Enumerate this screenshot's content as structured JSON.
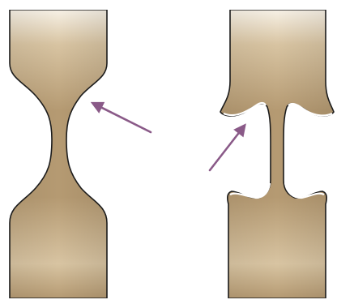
{
  "diagram": {
    "panels": [
      {
        "id": "necking",
        "description_shape": "single-neck"
      },
      {
        "id": "cup-and-cone",
        "description_shape": "double-neck"
      }
    ]
  },
  "colors": {
    "background": "#ffffff",
    "material_light": "#f7f1e6",
    "material_mid": "#d8c4a2",
    "material_dark": "#b59a72",
    "outline": "#1c1c1c",
    "highlight": "#ffffff",
    "arrow": "#8a5a88"
  },
  "icons": [
    "arrow-icon"
  ]
}
